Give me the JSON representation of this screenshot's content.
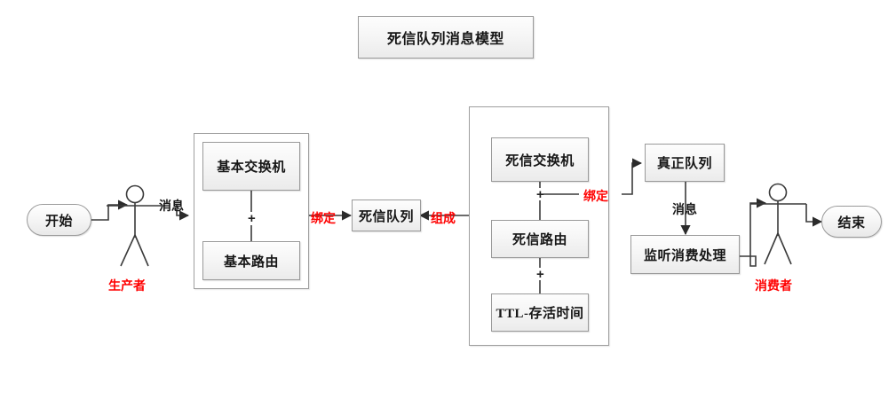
{
  "diagram": {
    "title": "死信队列消息模型",
    "background_color": "#ffffff",
    "accent_color": "#ff0000",
    "line_color": "#3a3a3a",
    "node_border_color": "#9a9a9a"
  },
  "nodes": {
    "title_box": "死信队列消息模型",
    "start": "开始",
    "end": "结束",
    "basic_exchange": "基本交换机",
    "basic_route": "基本路由",
    "dead_letter_queue": "死信队列",
    "dead_letter_exchange": "死信交换机",
    "dead_letter_route": "死信路由",
    "ttl": "TTL-存活时间",
    "real_queue": "真正队列",
    "listen_consume": "监听消费处理"
  },
  "connectors": {
    "plus_left": "+",
    "plus_mid_top": "+",
    "plus_mid_bottom": "+",
    "message_producer": "消息",
    "binding_left": "绑定",
    "composition": "组成",
    "binding_right": "绑定",
    "message_queue_to_consumer": "消息"
  },
  "actors": {
    "producer": "生产者",
    "consumer": "消费者"
  }
}
